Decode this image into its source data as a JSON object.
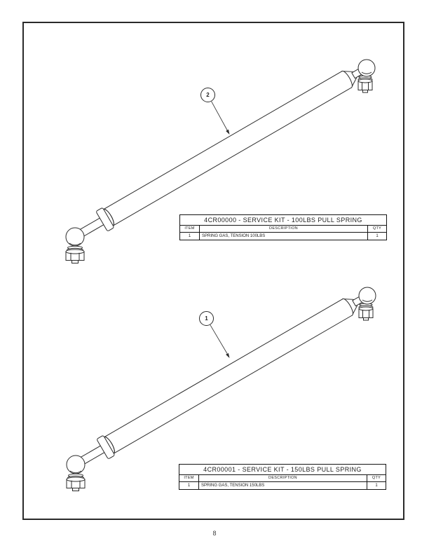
{
  "page": {
    "number": "8"
  },
  "colors": {
    "line": "#2b2b2b",
    "background": "#ffffff"
  },
  "drawings": [
    {
      "name": "gas-spring-100lbs",
      "balloon": "2",
      "table": {
        "title": "4CR00000 - SERVICE KIT - 100LBS PULL SPRING",
        "headers": {
          "item": "ITEM",
          "description": "DESCRIPTION",
          "qty": "QTY"
        },
        "rows": [
          {
            "item": "1",
            "description": "SPRING GAS, TENSION 100LBS",
            "qty": "1"
          }
        ]
      }
    },
    {
      "name": "gas-spring-150lbs",
      "balloon": "1",
      "table": {
        "title": "4CR00001 - SERVICE KIT - 150LBS PULL SPRING",
        "headers": {
          "item": "ITEM",
          "description": "DESCRIPTION",
          "qty": "QTY"
        },
        "rows": [
          {
            "item": "1",
            "description": "SPRING GAS, TENSION 150LBS",
            "qty": "1"
          }
        ]
      }
    }
  ]
}
